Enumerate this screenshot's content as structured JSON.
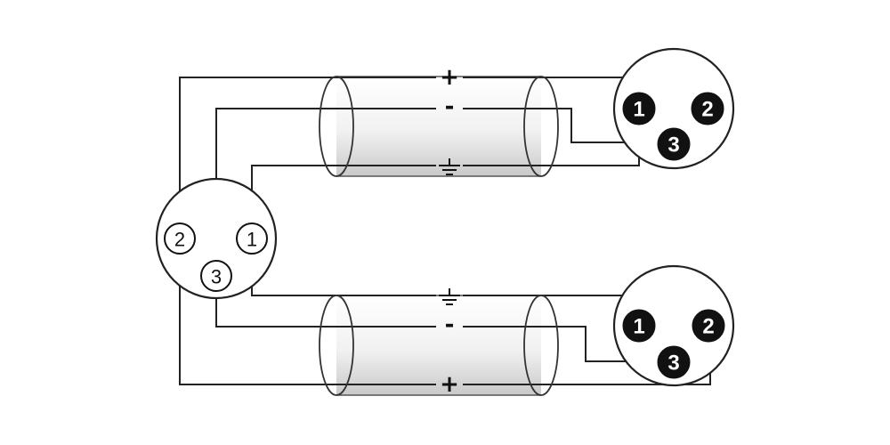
{
  "colors": {
    "line": "#222222",
    "sheath_light": "#ffffff",
    "sheath_dark": "#c9c9c9",
    "male_pin_fill": "#111111",
    "female_pin_fill": "#ffffff"
  },
  "labels": {
    "plus": "+",
    "minus": "-",
    "ground_icon": "ground-symbol"
  },
  "female_connector": {
    "pins": {
      "p1": "1",
      "p2": "2",
      "p3": "3"
    }
  },
  "male_connector_top": {
    "pins": {
      "p1": "1",
      "p2": "2",
      "p3": "3"
    }
  },
  "male_connector_bottom": {
    "pins": {
      "p1": "1",
      "p2": "2",
      "p3": "3"
    }
  }
}
